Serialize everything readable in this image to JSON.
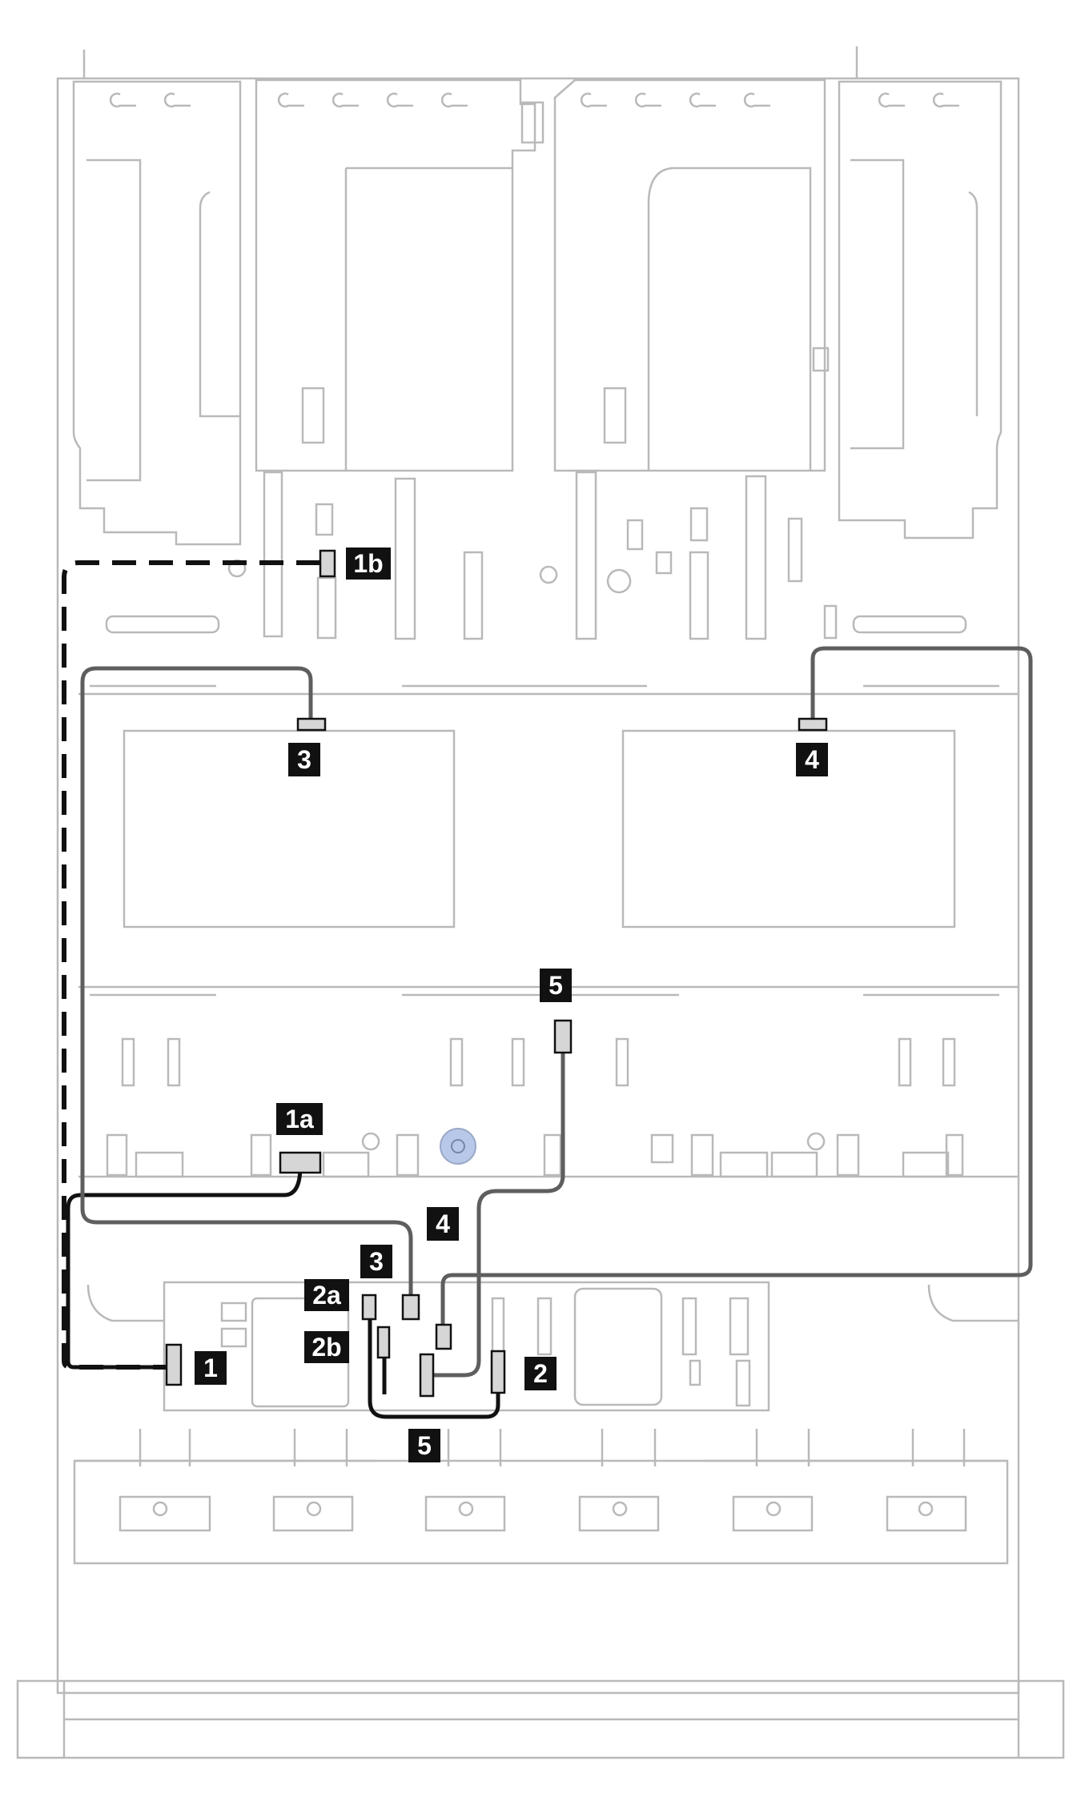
{
  "diagram": {
    "colors": {
      "outline": "#b9b9b9",
      "cable_dark": "#111111",
      "cable_gray": "#5e5e5e",
      "connector_fill": "#d6d6d6",
      "callout_bg": "#111111",
      "callout_text": "#ffffff",
      "fan_hub": "#b8c8e8"
    },
    "callouts": {
      "c1": "1",
      "c1a": "1a",
      "c1b": "1b",
      "c2": "2",
      "c2a": "2a",
      "c2b": "2b",
      "c3_top": "3",
      "c3_bottom": "3",
      "c4_top": "4",
      "c4_bottom": "4",
      "c5_top": "5",
      "c5_bottom": "5"
    }
  }
}
